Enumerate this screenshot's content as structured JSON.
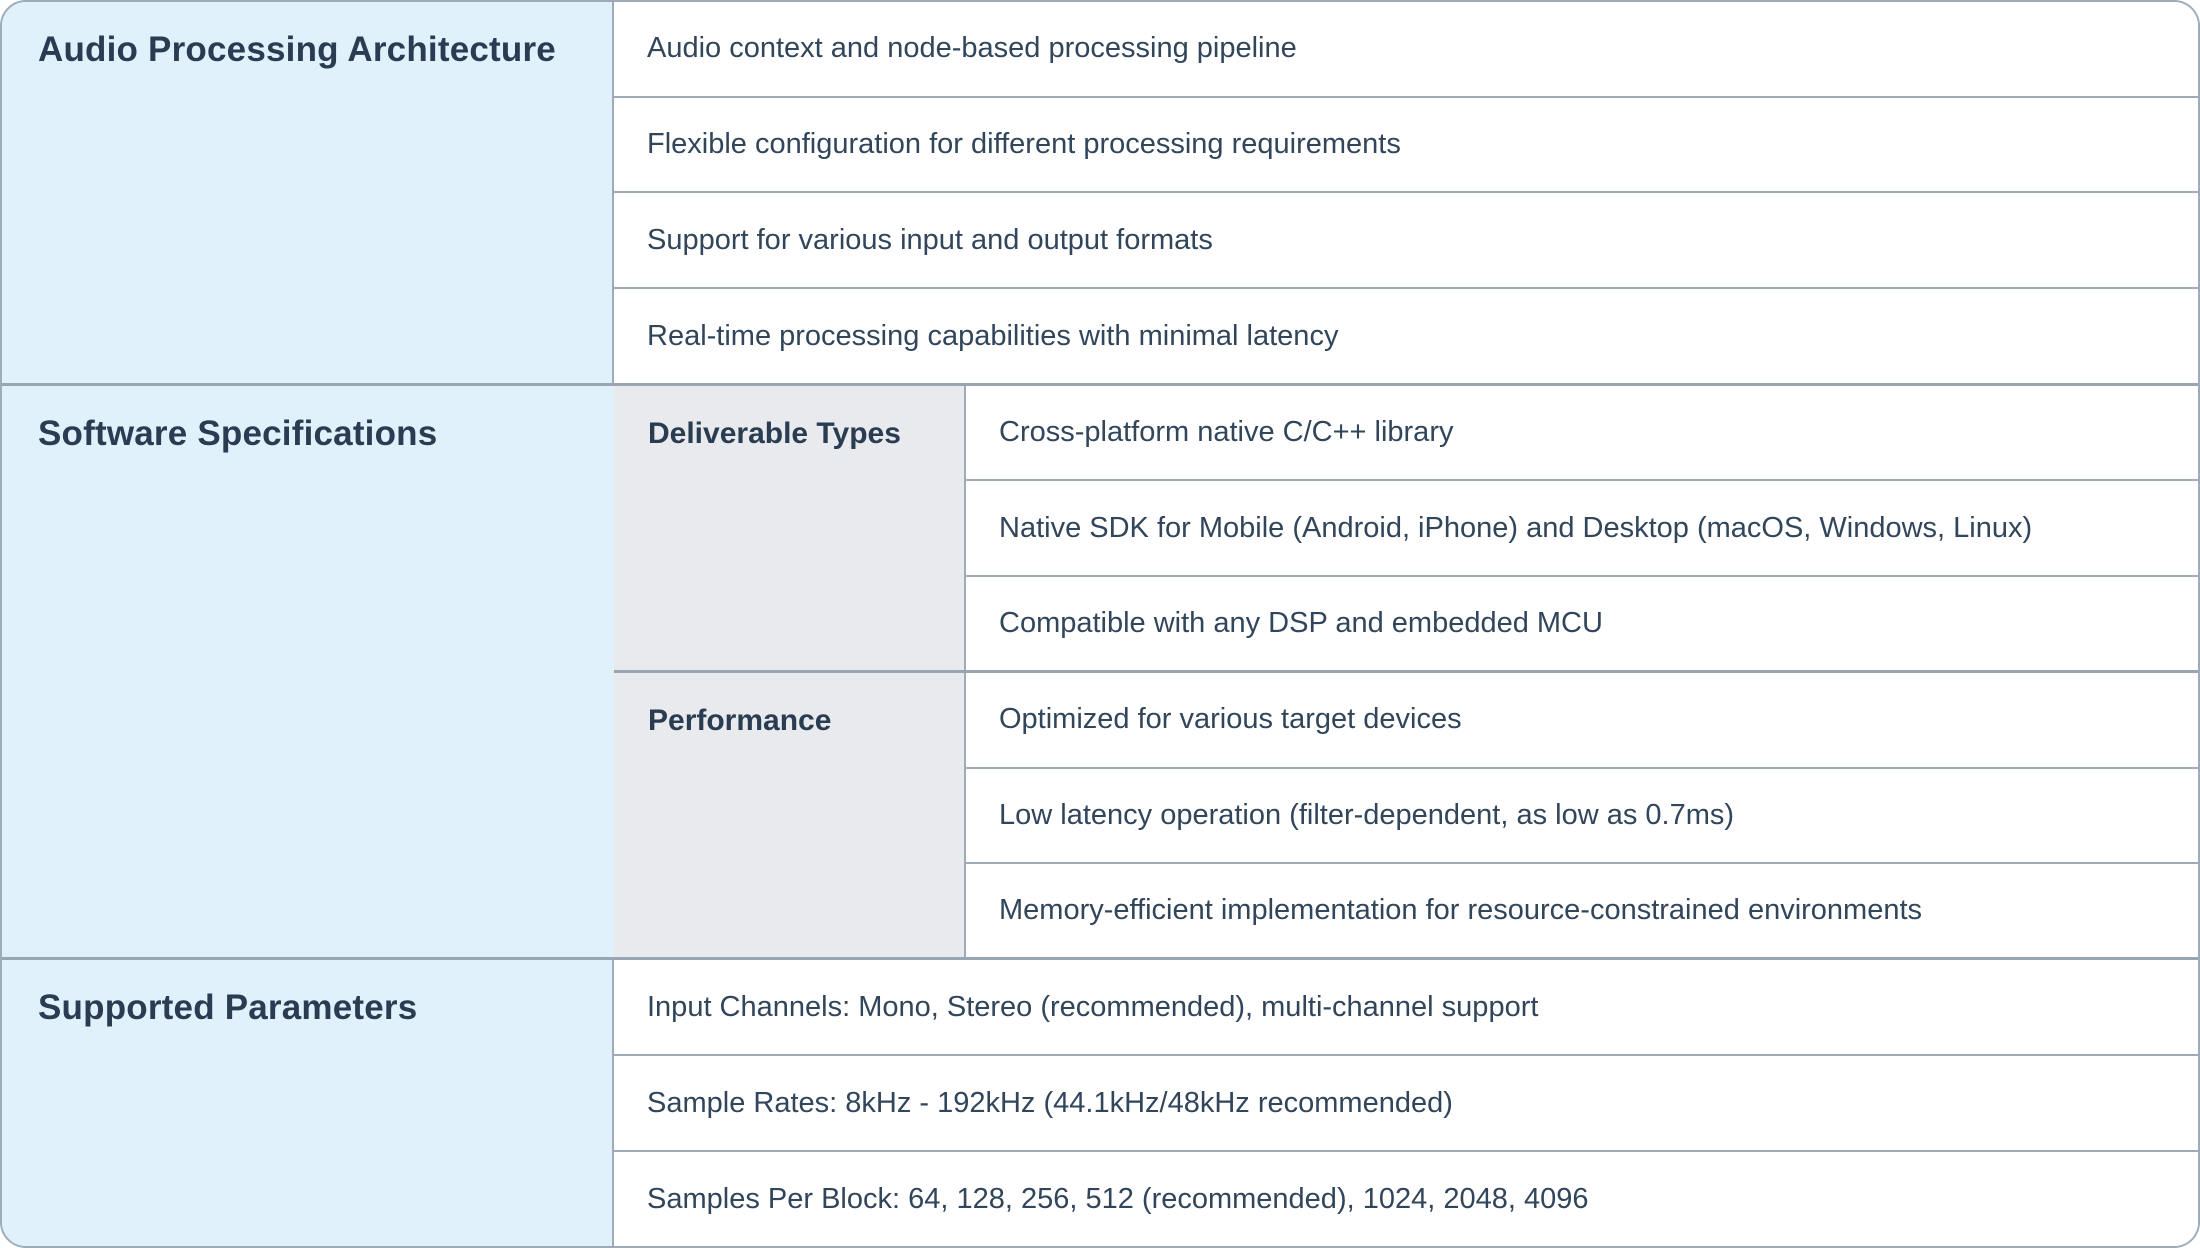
{
  "table": {
    "sections": [
      {
        "title": "Audio Processing Architecture",
        "rows": [
          "Audio context and node-based processing pipeline",
          "Flexible configuration for different processing requirements",
          "Support for various input and output formats",
          "Real-time processing capabilities with minimal latency"
        ]
      },
      {
        "title": "Software Specifications",
        "groups": [
          {
            "label": "Deliverable Types",
            "rows": [
              "Cross-platform native C/C++ library",
              "Native SDK for Mobile (Android, iPhone) and Desktop (macOS, Windows, Linux)",
              "Compatible with any DSP and embedded MCU"
            ]
          },
          {
            "label": "Performance",
            "rows": [
              "Optimized for various target devices",
              "Low latency operation (filter-dependent, as low as 0.7ms)",
              "Memory-efficient implementation for resource-constrained environments"
            ]
          }
        ]
      },
      {
        "title": "Supported Parameters",
        "rows": [
          "Input Channels: Mono, Stereo (recommended), multi-channel support",
          "Sample Rates: 8kHz - 192kHz (44.1kHz/48kHz recommended)",
          "Samples Per Block: 64, 128, 256, 512 (recommended), 1024, 2048, 4096"
        ]
      }
    ],
    "colors": {
      "section_title_bg": "#e0f1fc",
      "group_label_bg": "#e8eaed",
      "rule_line": "#9fabb8",
      "title_text": "#293c52",
      "body_text": "#31455b"
    }
  }
}
